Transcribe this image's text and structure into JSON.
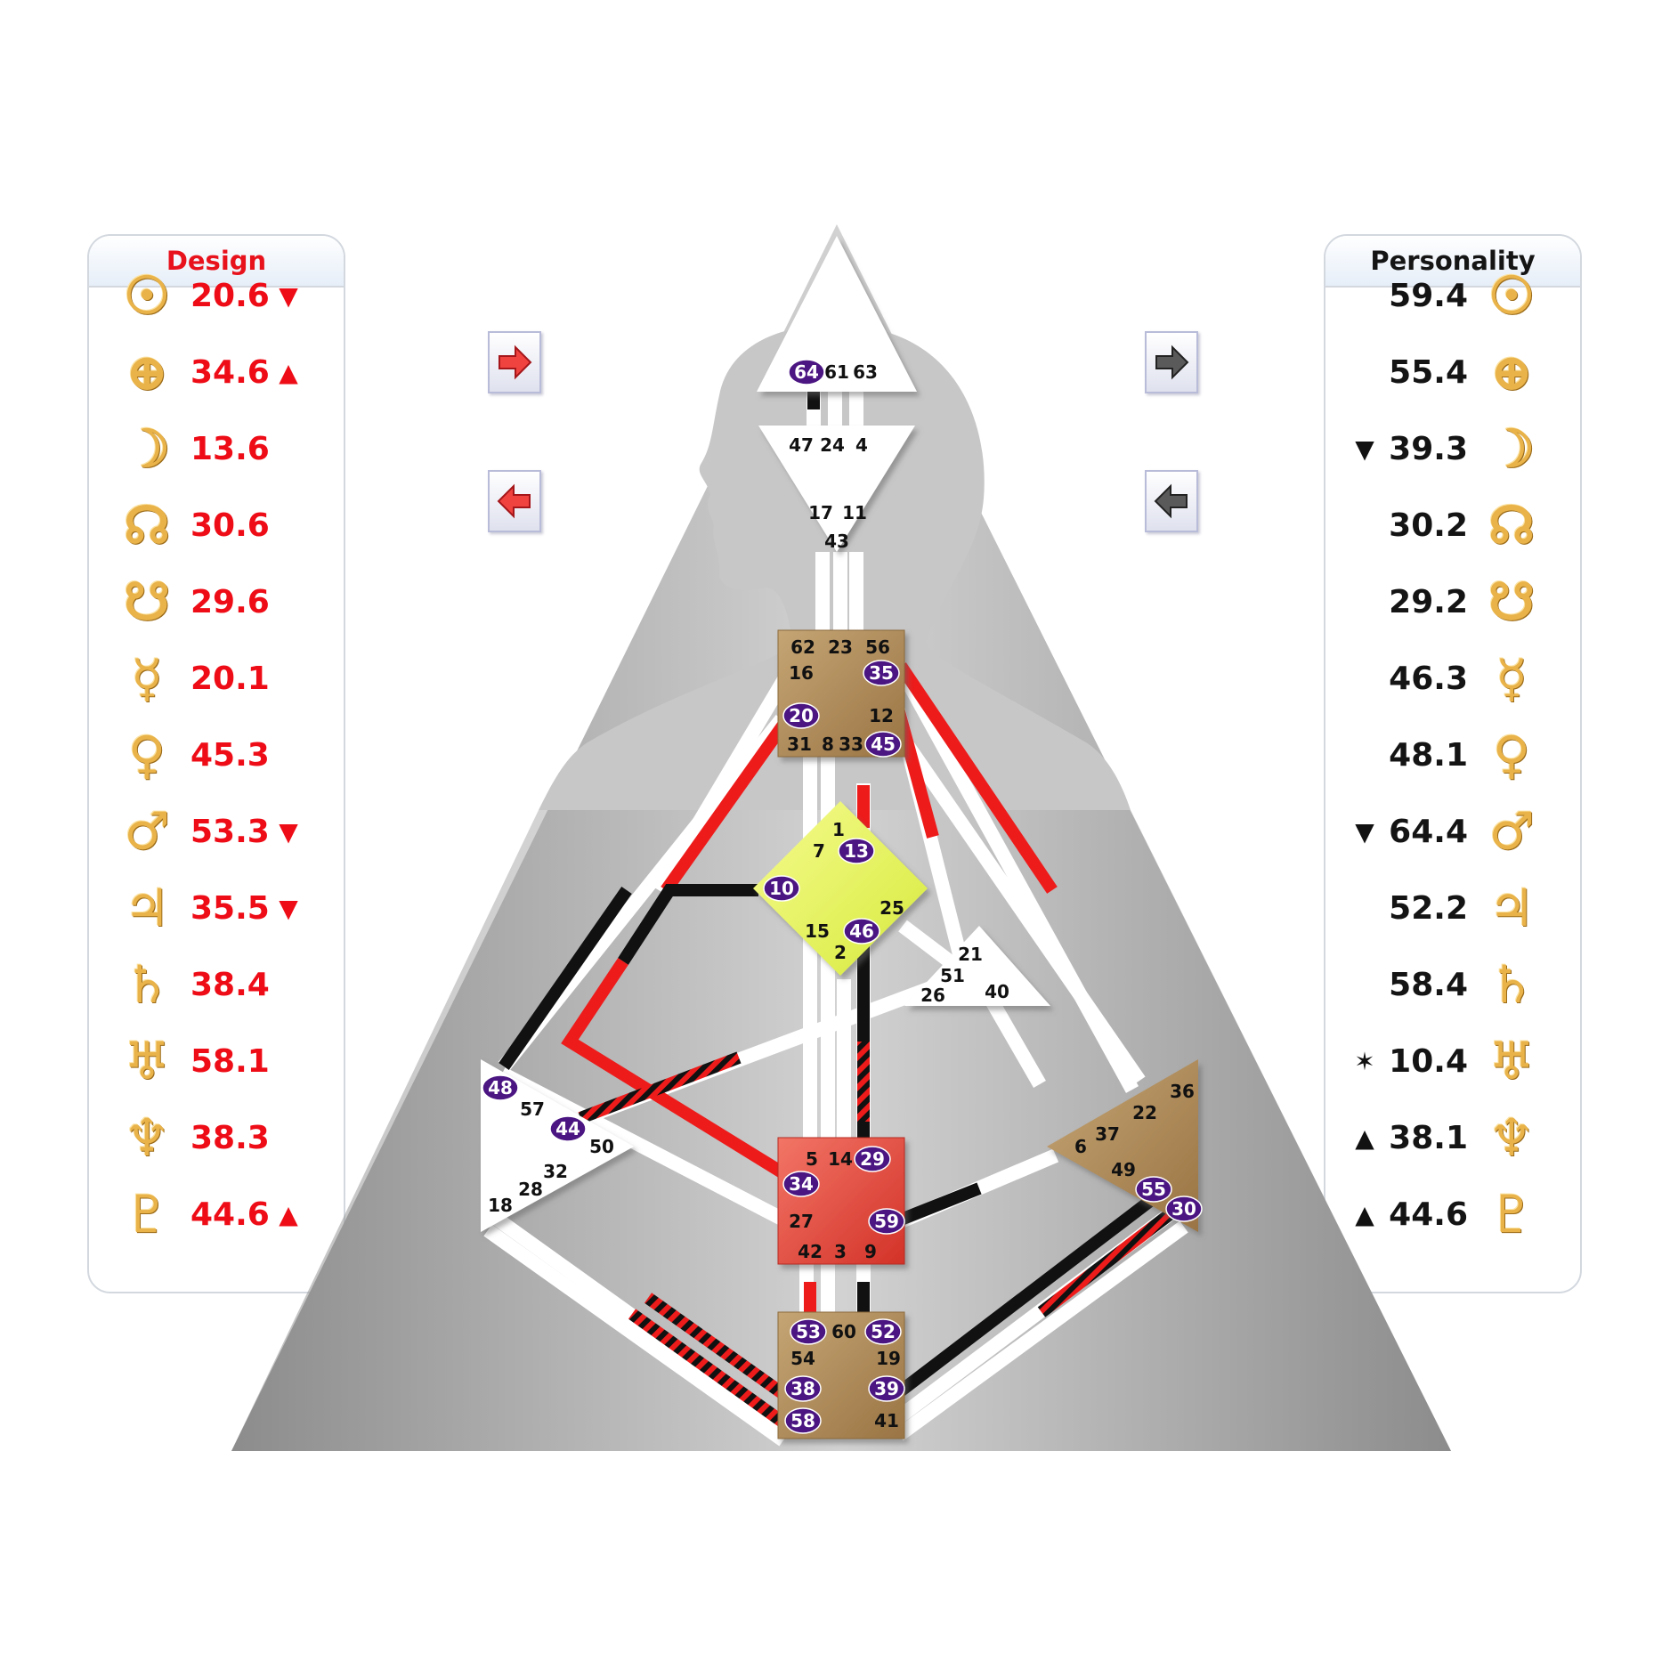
{
  "design": {
    "title": "Design",
    "rows": [
      {
        "icon": "sun-icon",
        "symbol": "☉",
        "value": "20.6",
        "arrow": "▼"
      },
      {
        "icon": "earth-icon",
        "symbol": "⊕",
        "value": "34.6",
        "arrow": "▲"
      },
      {
        "icon": "moon-icon",
        "symbol": "☽",
        "value": "13.6",
        "arrow": ""
      },
      {
        "icon": "north-node-icon",
        "symbol": "☊",
        "value": "30.6",
        "arrow": ""
      },
      {
        "icon": "south-node-icon",
        "symbol": "☋",
        "value": "29.6",
        "arrow": ""
      },
      {
        "icon": "mercury-icon",
        "symbol": "☿",
        "value": "20.1",
        "arrow": ""
      },
      {
        "icon": "venus-icon",
        "symbol": "♀",
        "value": "45.3",
        "arrow": ""
      },
      {
        "icon": "mars-icon",
        "symbol": "♂",
        "value": "53.3",
        "arrow": "▼"
      },
      {
        "icon": "jupiter-icon",
        "symbol": "♃",
        "value": "35.5",
        "arrow": "▼"
      },
      {
        "icon": "saturn-icon",
        "symbol": "♄",
        "value": "38.4",
        "arrow": ""
      },
      {
        "icon": "uranus-icon",
        "symbol": "♅",
        "value": "58.1",
        "arrow": ""
      },
      {
        "icon": "neptune-icon",
        "symbol": "♆",
        "value": "38.3",
        "arrow": ""
      },
      {
        "icon": "pluto-icon",
        "symbol": "♇",
        "value": "44.6",
        "arrow": "▲"
      }
    ]
  },
  "personality": {
    "title": "Personality",
    "rows": [
      {
        "icon": "sun-icon",
        "symbol": "☉",
        "value": "59.4",
        "arrow": ""
      },
      {
        "icon": "earth-icon",
        "symbol": "⊕",
        "value": "55.4",
        "arrow": ""
      },
      {
        "icon": "moon-icon",
        "symbol": "☽",
        "value": "39.3",
        "arrow": "▼"
      },
      {
        "icon": "north-node-icon",
        "symbol": "☊",
        "value": "30.2",
        "arrow": ""
      },
      {
        "icon": "south-node-icon",
        "symbol": "☋",
        "value": "29.2",
        "arrow": ""
      },
      {
        "icon": "mercury-icon",
        "symbol": "☿",
        "value": "46.3",
        "arrow": ""
      },
      {
        "icon": "venus-icon",
        "symbol": "♀",
        "value": "48.1",
        "arrow": ""
      },
      {
        "icon": "mars-icon",
        "symbol": "♂",
        "value": "64.4",
        "arrow": "▼"
      },
      {
        "icon": "jupiter-icon",
        "symbol": "♃",
        "value": "52.2",
        "arrow": ""
      },
      {
        "icon": "saturn-icon",
        "symbol": "♄",
        "value": "58.4",
        "arrow": ""
      },
      {
        "icon": "uranus-icon",
        "symbol": "♅",
        "value": "10.4",
        "arrow": "✶"
      },
      {
        "icon": "neptune-icon",
        "symbol": "♆",
        "value": "38.1",
        "arrow": "▲"
      },
      {
        "icon": "pluto-icon",
        "symbol": "♇",
        "value": "44.6",
        "arrow": "▲"
      }
    ]
  },
  "colors": {
    "design": "#ee0c16",
    "personality": "#141414",
    "gate_badge": "#4b1582",
    "head_ajna": "#ffffff",
    "g_center": "#e4f45a",
    "sacral": "#e5483c",
    "tan_center": "#b08c5c",
    "silhouette": "#b4b4b4"
  },
  "centers": {
    "head": {
      "gates": [
        "64",
        "61",
        "63"
      ]
    },
    "ajna": {
      "gates": [
        "47",
        "24",
        "4",
        "17",
        "11",
        "43"
      ]
    },
    "throat": {
      "gates": [
        "62",
        "23",
        "56",
        "16",
        "35",
        "20",
        "12",
        "31",
        "8",
        "33",
        "45"
      ]
    },
    "g": {
      "gates": [
        "1",
        "7",
        "13",
        "10",
        "25",
        "15",
        "46",
        "2"
      ]
    },
    "ego": {
      "gates": [
        "21",
        "51",
        "26",
        "40"
      ]
    },
    "spleen": {
      "gates": [
        "48",
        "57",
        "44",
        "50",
        "32",
        "28",
        "18"
      ]
    },
    "sacral": {
      "gates": [
        "5",
        "14",
        "29",
        "34",
        "27",
        "59",
        "42",
        "3",
        "9"
      ]
    },
    "solar_plexus": {
      "gates": [
        "36",
        "22",
        "6",
        "37",
        "49",
        "55",
        "30"
      ]
    },
    "root": {
      "gates": [
        "53",
        "60",
        "52",
        "54",
        "19",
        "38",
        "39",
        "58",
        "41"
      ]
    }
  },
  "active_gates": [
    "64",
    "35",
    "20",
    "45",
    "13",
    "10",
    "46",
    "48",
    "44",
    "29",
    "34",
    "59",
    "55",
    "30",
    "53",
    "52",
    "38",
    "39",
    "58"
  ]
}
